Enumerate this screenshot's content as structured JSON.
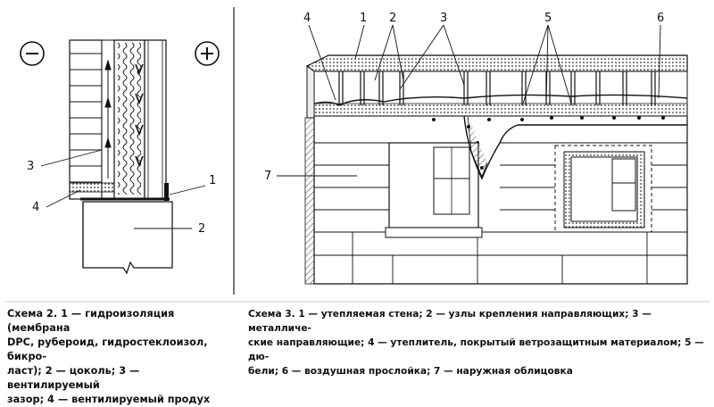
{
  "scheme2": {
    "minus": "−",
    "plus": "+",
    "labels": {
      "l1": "1",
      "l2": "2",
      "l3": "3",
      "l4": "4"
    },
    "caption": {
      "line1": "Схема 2. 1 — гидроизоляция (мембрана",
      "line2": "DPC, рубероид, гидростеклоизол, бикро-",
      "line3": "ласт); 2 — цоколь; 3 — вентилируемый",
      "line4": "зазор; 4 — вентилируемый продух"
    }
  },
  "scheme3": {
    "labels": {
      "l1": "1",
      "l2": "2",
      "l3": "3",
      "l4": "4",
      "l5": "5",
      "l6": "6",
      "l7": "7"
    },
    "caption": {
      "line1": "Схема 3. 1 — утепляемая стена; 2 — узлы крепления направляющих; 3 — металличе-",
      "line2": "ские направляющие; 4 — утеплитель, покрытый ветрозащитным материалом; 5 — дю-",
      "line3": "бели; 6 — воздушная прослойка; 7 — наружная облицовка"
    }
  },
  "colors": {
    "ink": "#111111",
    "hatch": "#555555",
    "insulation": "#e8e8e8"
  }
}
